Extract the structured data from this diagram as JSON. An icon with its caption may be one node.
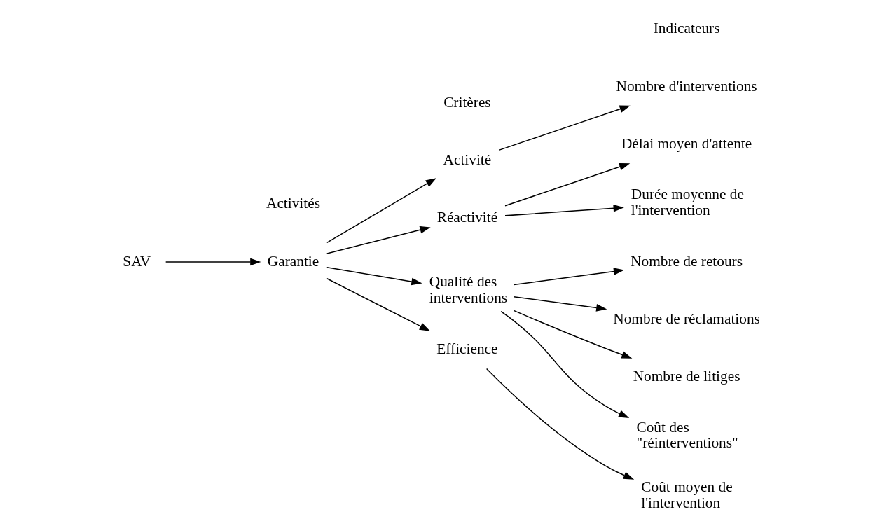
{
  "diagram": {
    "nodes": [
      {
        "text": [
          "SAV"
        ]
      },
      {
        "text": [
          "Garantie"
        ]
      },
      {
        "text": [
          "Activité"
        ]
      },
      {
        "text": [
          "Réactivité"
        ]
      },
      {
        "text": [
          "Qualité des interventions"
        ]
      },
      {
        "text": [
          "Efficience"
        ]
      },
      {
        "text": [
          "Nombre d'interventions"
        ]
      },
      {
        "text": [
          "Délai moyen d'attente"
        ]
      },
      {
        "text": [
          "Durée moyenne de l'intervention"
        ]
      },
      {
        "text": [
          "Nombre de retours"
        ]
      },
      {
        "text": [
          "Nombre de réclamations"
        ]
      },
      {
        "text": [
          "Nombre de litiges"
        ]
      },
      {
        "text": [
          "Coût des \"réinterventions\""
        ]
      },
      {
        "text": [
          "Coût moyen de l'intervention"
        ]
      }
    ],
    "edges": [
      {
        "from": 0,
        "to": 1,
        "arrow": "to"
      },
      {
        "from": 1,
        "to": 2,
        "arrow": "to"
      },
      {
        "from": 1,
        "to": 3,
        "arrow": "to"
      },
      {
        "from": 1,
        "to": 4,
        "arrow": "to"
      },
      {
        "from": 1,
        "to": 5,
        "arrow": "to"
      },
      {
        "from": 2,
        "to": 6,
        "arrow": "to"
      },
      {
        "from": 3,
        "to": 7,
        "arrow": "to"
      },
      {
        "from": 3,
        "to": 8,
        "arrow": "to"
      },
      {
        "from": 4,
        "to": 9,
        "arrow": "to"
      },
      {
        "from": 4,
        "to": 10,
        "arrow": "to"
      },
      {
        "from": 4,
        "to": 11,
        "arrow": "to"
      },
      {
        "from": 4,
        "to": 12,
        "arrow": "to"
      },
      {
        "from": 5,
        "to": 13,
        "arrow": "to"
      }
    ],
    "labels": [
      "Activités",
      "Critères",
      "Indicateurs"
    ]
  }
}
